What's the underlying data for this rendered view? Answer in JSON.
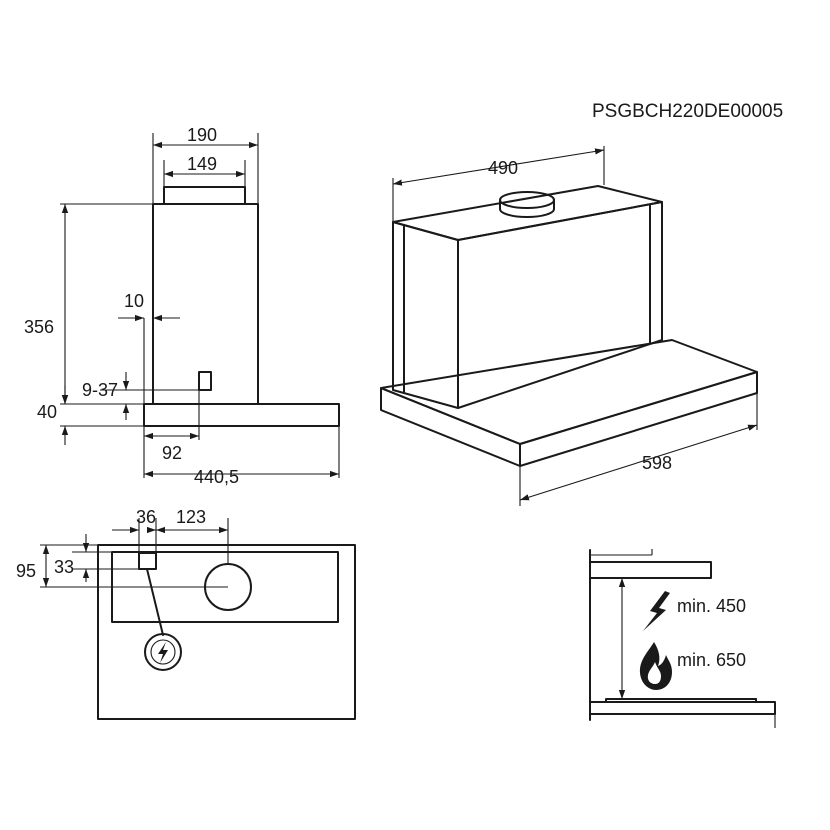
{
  "drawing_code": "PSGBCH220DE00005",
  "side_view": {
    "width_total": "190",
    "width_chimney_outlet": "149",
    "height_total": "356",
    "offset_wall": "10",
    "cable_range": "9-37",
    "base_height": "40",
    "cable_x": "92",
    "depth_total": "440,5"
  },
  "iso_view": {
    "width_top": "490",
    "width_front": "598"
  },
  "top_view": {
    "dim_36": "36",
    "dim_123": "123",
    "dim_95": "95",
    "dim_33": "33",
    "electric_icon": "electric-connection-icon"
  },
  "clearance": {
    "min_electric_label": "min. 450",
    "min_gas_label": "min. 650",
    "electric_icon": "lightning-icon",
    "gas_icon": "flame-icon"
  }
}
